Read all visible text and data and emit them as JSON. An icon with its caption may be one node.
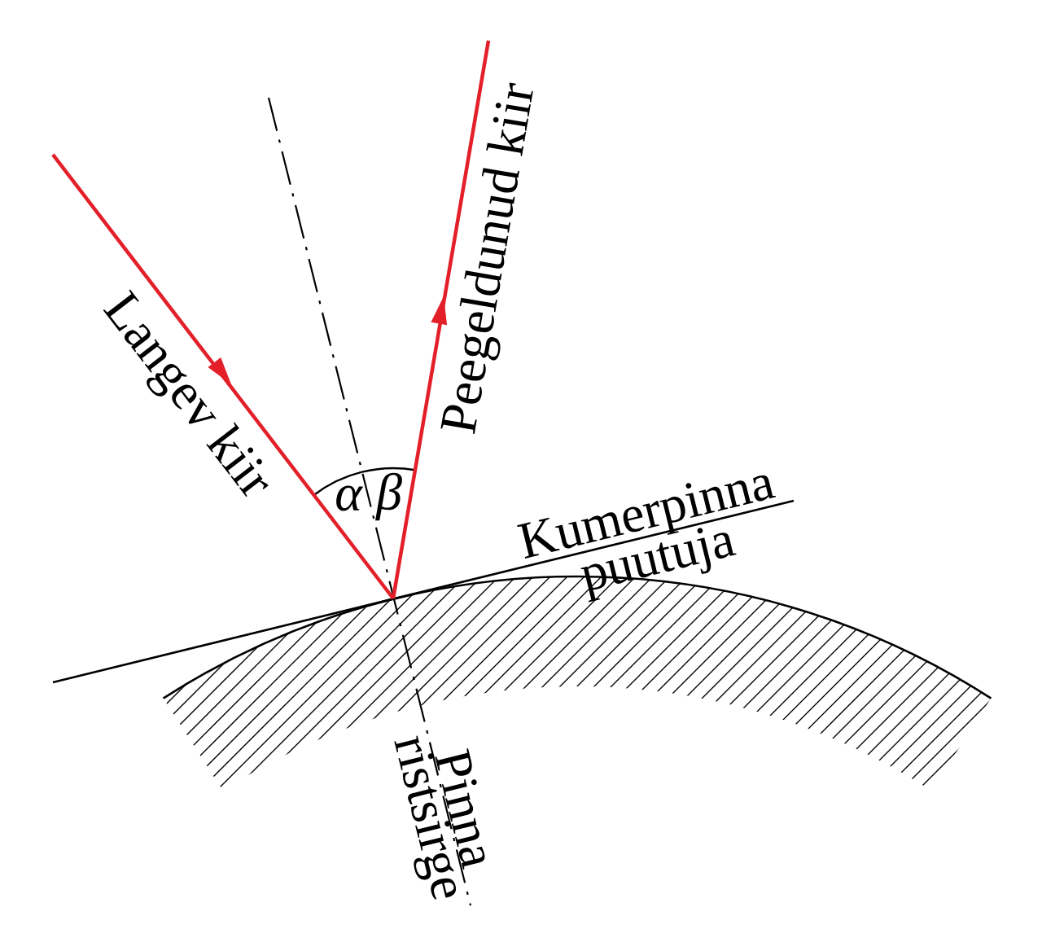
{
  "diagram": {
    "labels": [
      "Langev kiir",
      "Peegeldunud kiir",
      "α",
      "β",
      "Kumerpinna puutuja",
      "Pinna ristsirge"
    ]
  }
}
